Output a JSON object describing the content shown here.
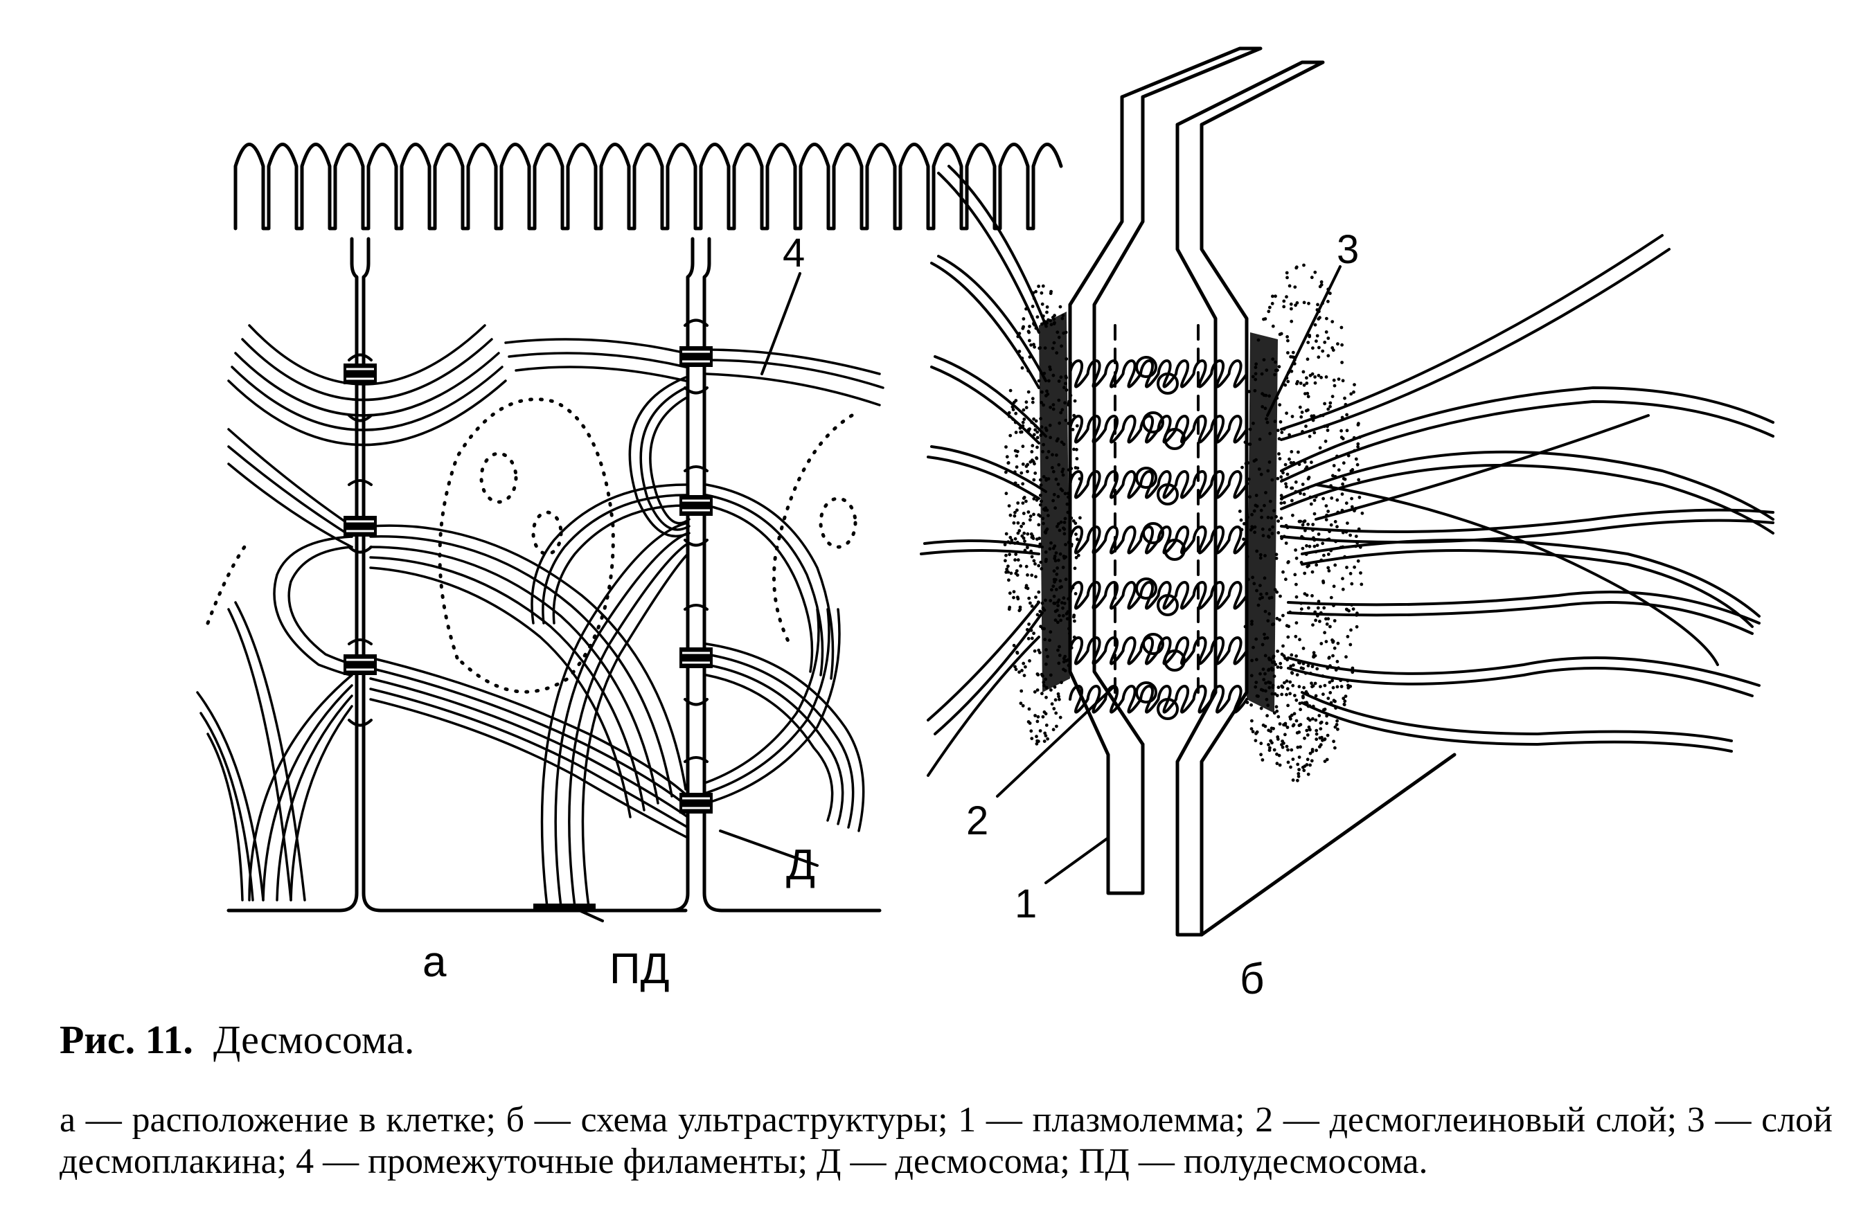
{
  "figure": {
    "panel_a_label": "а",
    "panel_b_label": "б",
    "labels": {
      "filaments": "4",
      "desmosome": "Д",
      "hemidesmosome": "ПД",
      "plasmalemma": "1",
      "desmoglein_layer": "2",
      "desmoplakin_layer": "3"
    }
  },
  "caption": {
    "figure_number": "Рис. 11.",
    "title": "Десмосома.",
    "legend": "а — расположение в клетке; б — схема ультраструктуры; 1 — плазмолемма; 2 — десмоглеиновый слой; 3 — слой десмоплакина; 4 — промежуточные филаменты; Д — десмосома; ПД — полудесмосома."
  }
}
